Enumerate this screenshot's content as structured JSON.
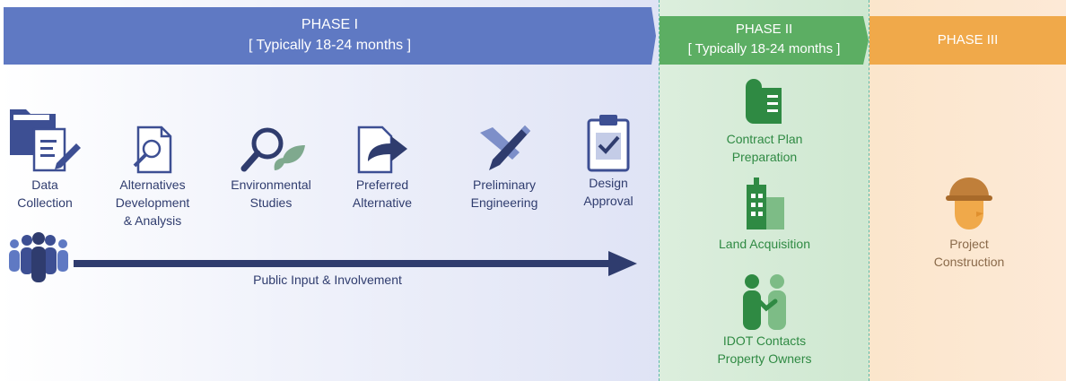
{
  "phase1": {
    "title": "PHASE I",
    "subtitle": "[ Typically 18-24 months ]"
  },
  "phase2": {
    "title": "PHASE II",
    "subtitle": "[ Typically 18-24 months ]"
  },
  "phase3": {
    "title": "PHASE III"
  },
  "steps": [
    {
      "label": "Data\nCollection",
      "icon": "folder-document-icon"
    },
    {
      "label": "Alternatives\nDevelopment\n& Analysis",
      "icon": "magnify-document-icon"
    },
    {
      "label": "Environmental\nStudies",
      "icon": "magnifier-leaf-icon"
    },
    {
      "label": "Preferred\nAlternative",
      "icon": "arrow-document-icon"
    },
    {
      "label": "Preliminary\nEngineering",
      "icon": "pencil-icon"
    },
    {
      "label": "Design\nApproval",
      "icon": "clipboard-check-icon"
    }
  ],
  "public_input": {
    "label": "Public Input & Involvement",
    "icon": "people-group-icon"
  },
  "phase2_items": [
    {
      "label": "Contract Plan\nPreparation",
      "icon": "blueprint-icon"
    },
    {
      "label": "Land Acquisition",
      "icon": "buildings-icon"
    },
    {
      "label": "IDOT Contacts\nProperty Owners",
      "icon": "handshake-people-icon"
    }
  ],
  "phase3_items": [
    {
      "label": "Project\nConstruction",
      "icon": "hardhat-worker-icon"
    }
  ],
  "colors": {
    "phase1": "#5f79c3",
    "phase2": "#5cae63",
    "phase3": "#f0a94a",
    "navy": "#2f3c6e"
  }
}
